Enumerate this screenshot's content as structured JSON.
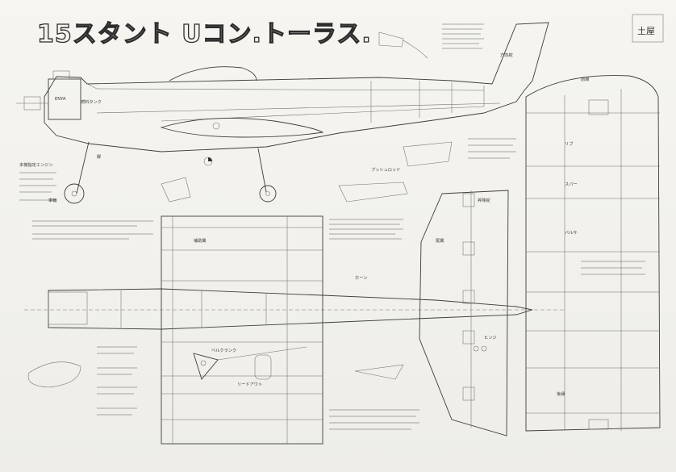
{
  "title": "15スタント Uコン.トーラス.",
  "stamp": "土屋",
  "notes": {
    "fuel_tank": "燃料タンク",
    "engine": "ENYA",
    "engine_spec": "本機指定エンジン",
    "tail": "尾翼",
    "rudder": "方向舵",
    "elevator": "昇降舵",
    "aileron": "補助翼",
    "hinge": "ヒンジ",
    "bellcrank": "ベルクランク",
    "pushrod": "プッシュロッド",
    "wing_rib": "リブ",
    "spar": "スパー",
    "leading_edge": "前縁",
    "trailing_edge": "後縁",
    "wheel": "車輪",
    "landing_gear": "脚",
    "lead_out": "リードアウト",
    "control_horn": "ホーン",
    "balsa": "バルサ"
  }
}
